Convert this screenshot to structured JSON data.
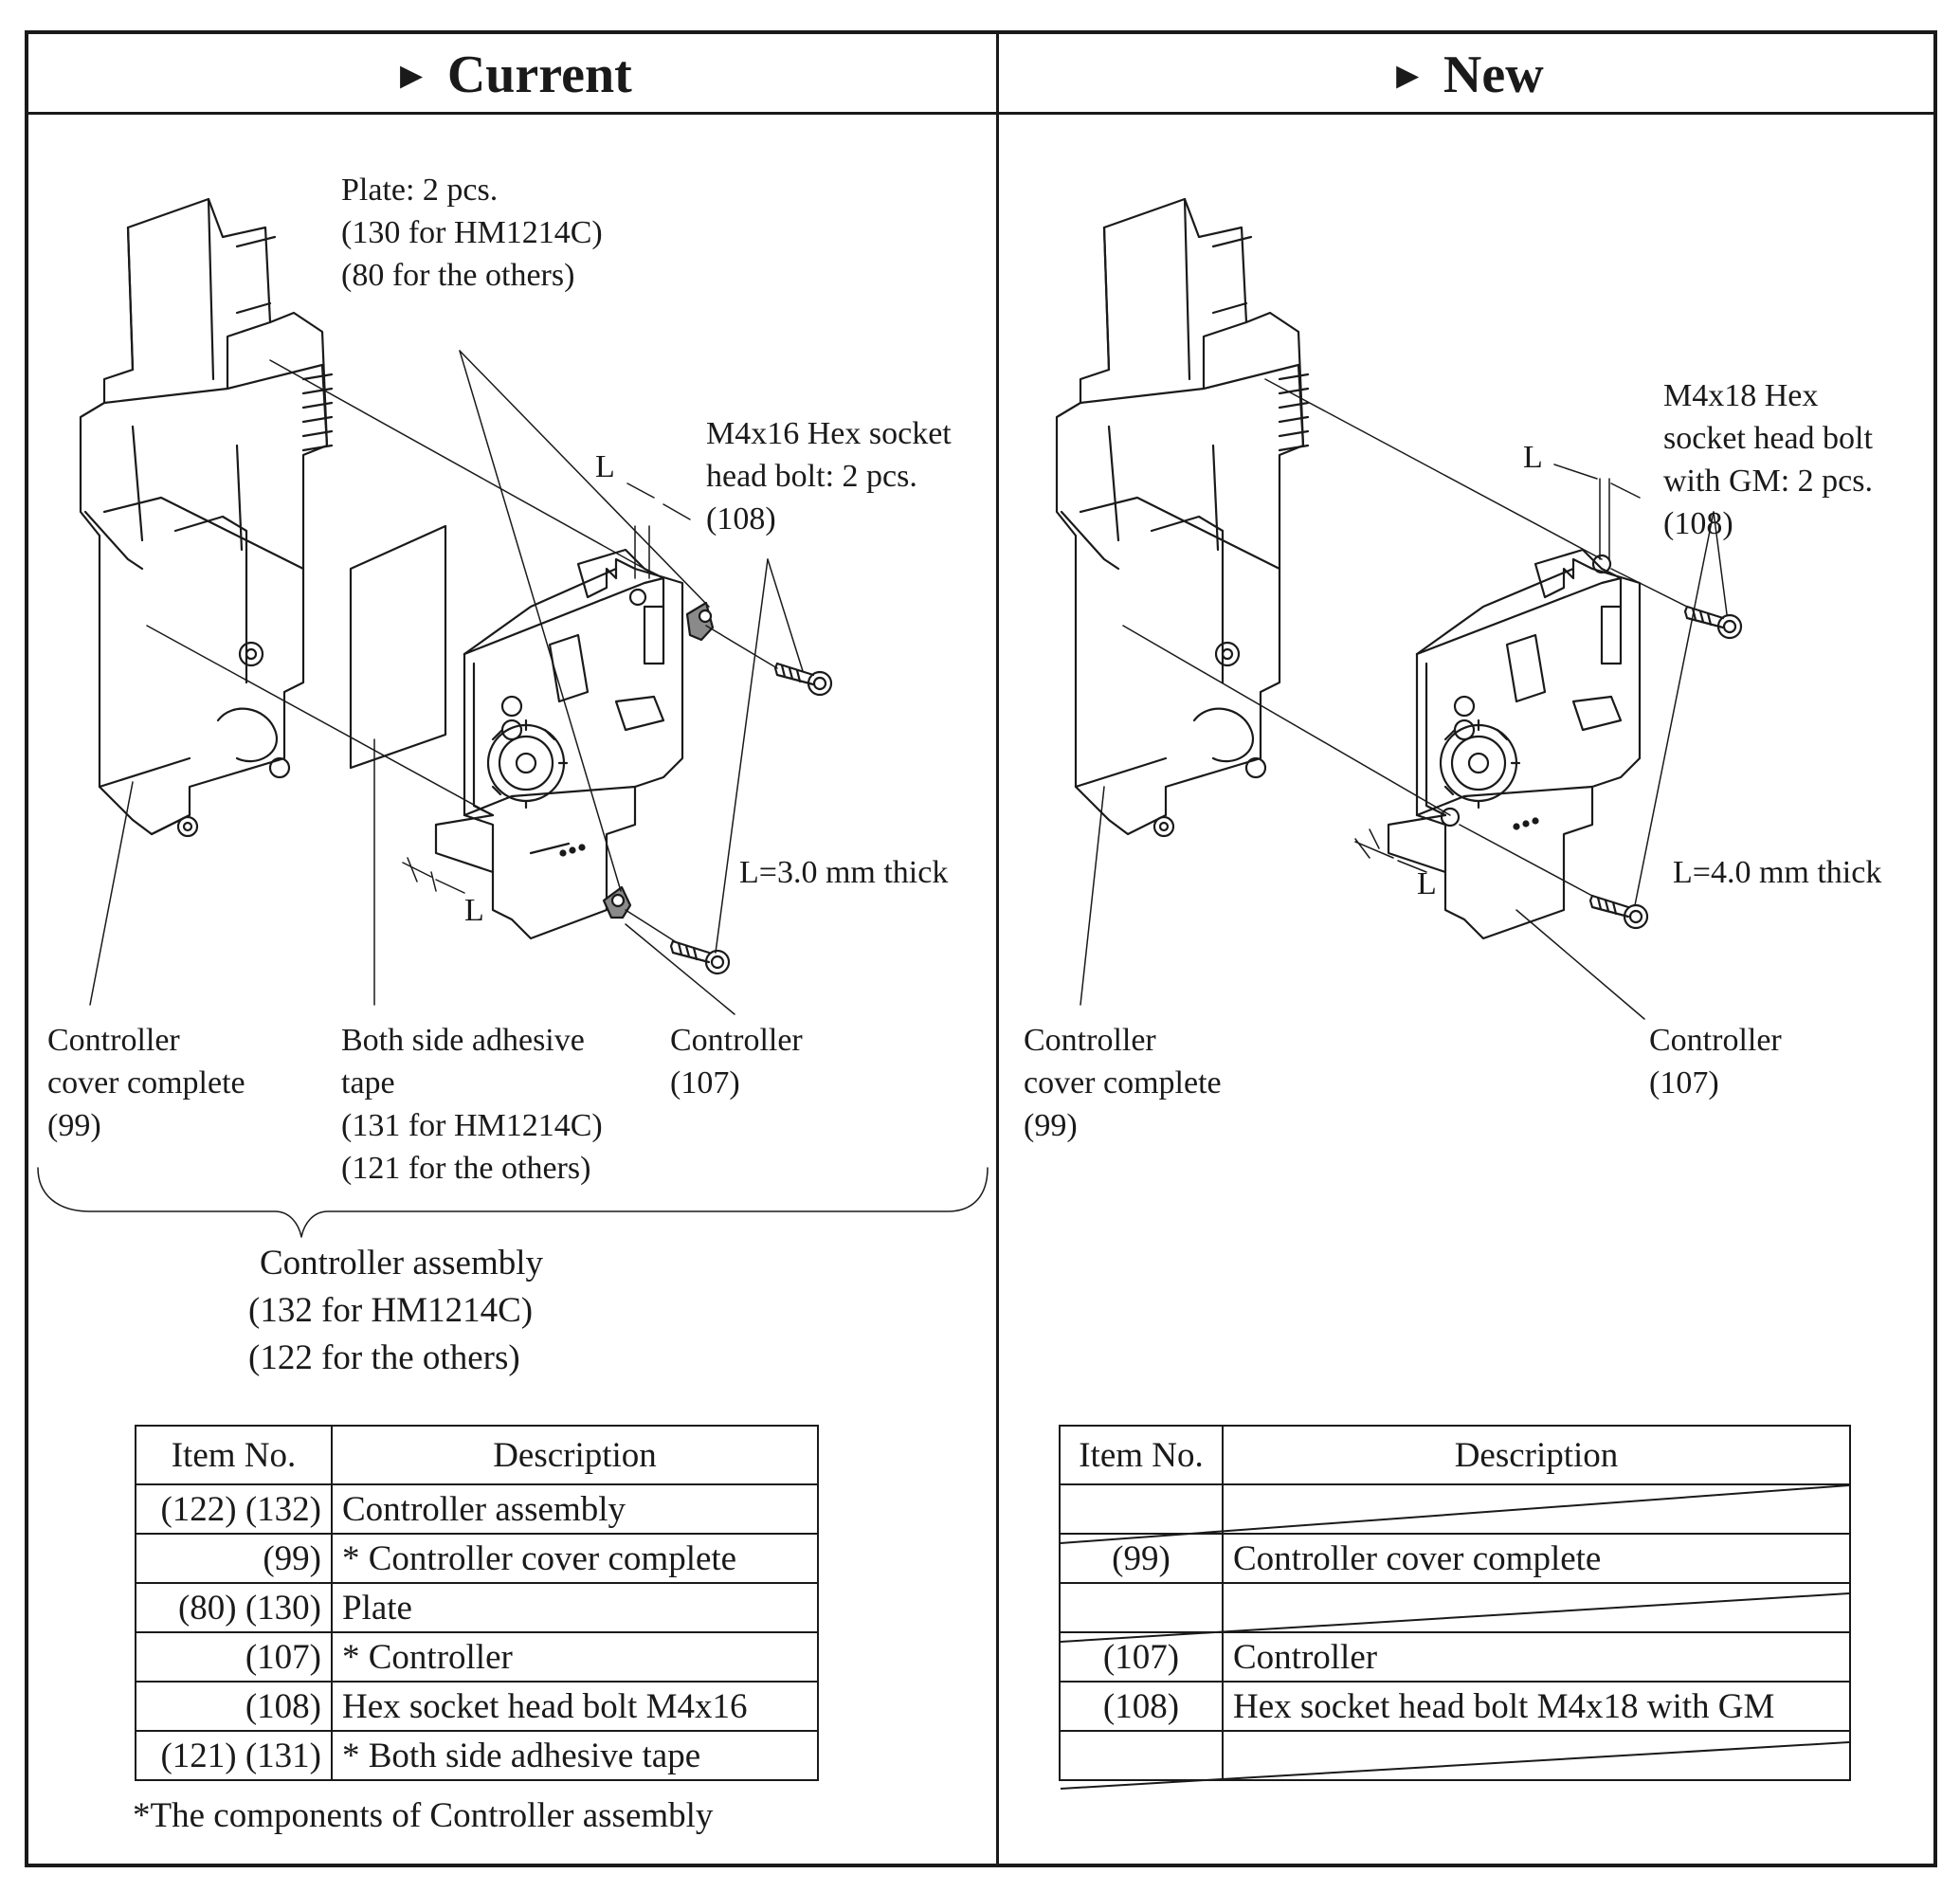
{
  "panels": {
    "current": {
      "title": "Current",
      "labels": {
        "plate": [
          "Plate: 2 pcs.",
          "(130 for HM1214C)",
          "(80 for the others)"
        ],
        "bolt": [
          "M4x16 Hex socket",
          "head bolt: 2 pcs.",
          "(108)"
        ],
        "l_top": "L",
        "l_bottom": "L",
        "thickness": "L=3.0 mm thick",
        "cover": [
          "Controller",
          "cover complete",
          "(99)"
        ],
        "tape": [
          "Both side adhesive",
          "tape",
          "(131 for  HM1214C)",
          "(121 for the others)"
        ],
        "controller": [
          "Controller",
          "(107)"
        ],
        "assembly": [
          "Controller assembly",
          "(132 for HM1214C)",
          "(122 for the others)"
        ]
      },
      "table": {
        "headers": [
          "Item No.",
          "Description"
        ],
        "rows": [
          {
            "item": "(122) (132)",
            "desc": "Controller assembly"
          },
          {
            "item": "(99)",
            "desc": "* Controller cover complete"
          },
          {
            "item": "(80) (130)",
            "desc": "Plate"
          },
          {
            "item": "(107)",
            "desc": "* Controller"
          },
          {
            "item": "(108)",
            "desc": "Hex socket head bolt M4x16"
          },
          {
            "item": "(121) (131)",
            "desc": "* Both side adhesive tape"
          }
        ],
        "footnote": "*The components of Controller assembly"
      }
    },
    "new": {
      "title": "New",
      "labels": {
        "bolt": [
          "M4x18 Hex",
          "socket head bolt",
          "with GM: 2 pcs.",
          "(108)"
        ],
        "l_top": "L",
        "l_bottom": "L",
        "thickness": "L=4.0 mm thick",
        "cover": [
          "Controller",
          "cover complete",
          "(99)"
        ],
        "controller": [
          "Controller",
          "(107)"
        ]
      },
      "table": {
        "headers": [
          "Item No.",
          "Description"
        ],
        "rows": [
          {
            "item": "",
            "desc": ""
          },
          {
            "item": "(99)",
            "desc": "Controller cover complete"
          },
          {
            "item": "",
            "desc": ""
          },
          {
            "item": "(107)",
            "desc": "Controller"
          },
          {
            "item": "(108)",
            "desc": "Hex socket head bolt M4x18 with GM"
          },
          {
            "item": "",
            "desc": ""
          }
        ]
      }
    }
  }
}
